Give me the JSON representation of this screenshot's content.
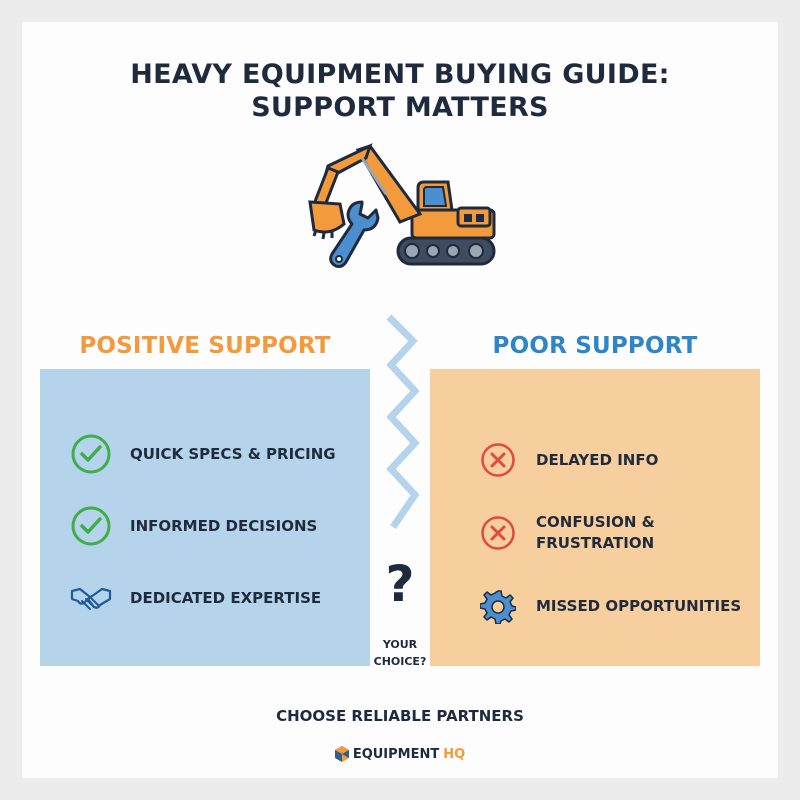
{
  "title": {
    "line1": "HEAVY EQUIPMENT BUYING GUIDE:",
    "line2": "SUPPORT MATTERS"
  },
  "hero_icons": [
    "excavator-icon",
    "wrench-icon"
  ],
  "positive": {
    "heading": "POSITIVE SUPPORT",
    "items": [
      {
        "icon": "check-circle-icon",
        "label": "QUICK SPECS & PRICING"
      },
      {
        "icon": "check-circle-icon",
        "label": "INFORMED DECISIONS"
      },
      {
        "icon": "handshake-icon",
        "label": "DEDICATED EXPERTISE"
      }
    ]
  },
  "poor": {
    "heading": "POOR SUPPORT",
    "items": [
      {
        "icon": "x-circle-icon",
        "label": "DELAYED INFO"
      },
      {
        "icon": "x-circle-icon",
        "label": "CONFUSION &\nFRUSTRATION"
      },
      {
        "icon": "gear-icon",
        "label": "MISSED OPPORTUNITIES"
      }
    ]
  },
  "divider": {
    "question_mark": "?",
    "label_line1": "YOUR",
    "label_line2": "CHOICE?"
  },
  "footer": {
    "tagline": "CHOOSE RELIABLE PARTNERS",
    "brand_main": "EQUIPMENT",
    "brand_accent": "HQ"
  },
  "colors": {
    "positive_accent": "#f29a3c",
    "poor_accent": "#2e86c9",
    "positive_panel": "#b5d4ec",
    "poor_panel": "#f7cf9e",
    "check_green": "#3fae49",
    "cross_red": "#e04a3f",
    "text_dark": "#1f2a3d"
  }
}
